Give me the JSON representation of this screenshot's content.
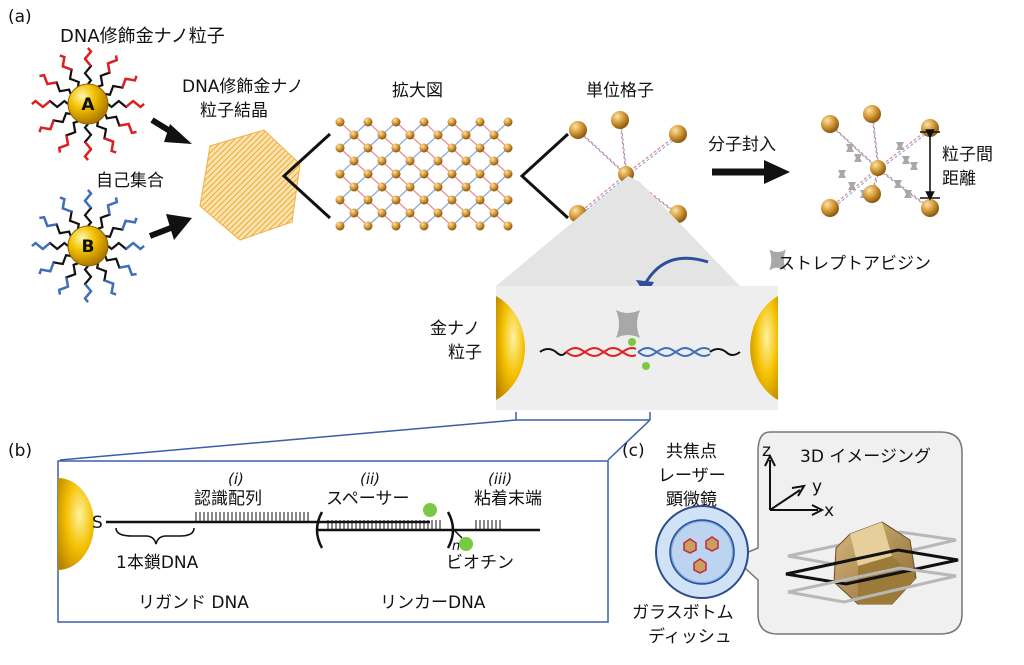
{
  "panel_a": {
    "tag": "(a)",
    "dna_particle_title": "DNA修飾金ナノ粒子",
    "particle_a_letter": "A",
    "particle_b_letter": "B",
    "self_assembly": "自己集合",
    "crystal_title_line1": "DNA修飾金ナノ",
    "crystal_title_line2": "粒子結晶",
    "zoom_title": "拡大図",
    "unit_cell_title": "単位格子",
    "encapsulation": "分子封入",
    "interparticle_line1": "粒子間",
    "interparticle_line2": "距離",
    "streptavidin": "ストレプトアビジン",
    "gold_nano_line1": "金ナノ",
    "gold_nano_line2": "粒子"
  },
  "panel_b": {
    "tag": "(b)",
    "sulfur": "S",
    "i_label": "(i)",
    "recognition": "認識配列",
    "ii_label": "(ii)",
    "spacer": "スペーサー",
    "iii_label": "(iii)",
    "sticky_end": "粘着末端",
    "single_strand": "1本鎖DNA",
    "n_label": "n",
    "biotin": "ビオチン",
    "ligand_dna": "リガンド DNA",
    "linker_dna": "リンカーDNA"
  },
  "panel_c": {
    "tag": "(c)",
    "confocal_line1": "共焦点",
    "confocal_line2": "レーザー",
    "confocal_line3": "顕微鏡",
    "imaging_3d": "3D イメージング",
    "axis_z": "z",
    "axis_y": "y",
    "axis_x": "x",
    "dish_line1": "ガラスボトム",
    "dish_line2": "ディッシュ"
  },
  "colors": {
    "gold": "#e8b000",
    "dna_red": "#e02020",
    "dna_blue": "#3f6fbf",
    "frame_blue": "#3b5ea8",
    "biotin_green": "#7ac943",
    "streptavidin_gray": "#a8a8a8"
  }
}
